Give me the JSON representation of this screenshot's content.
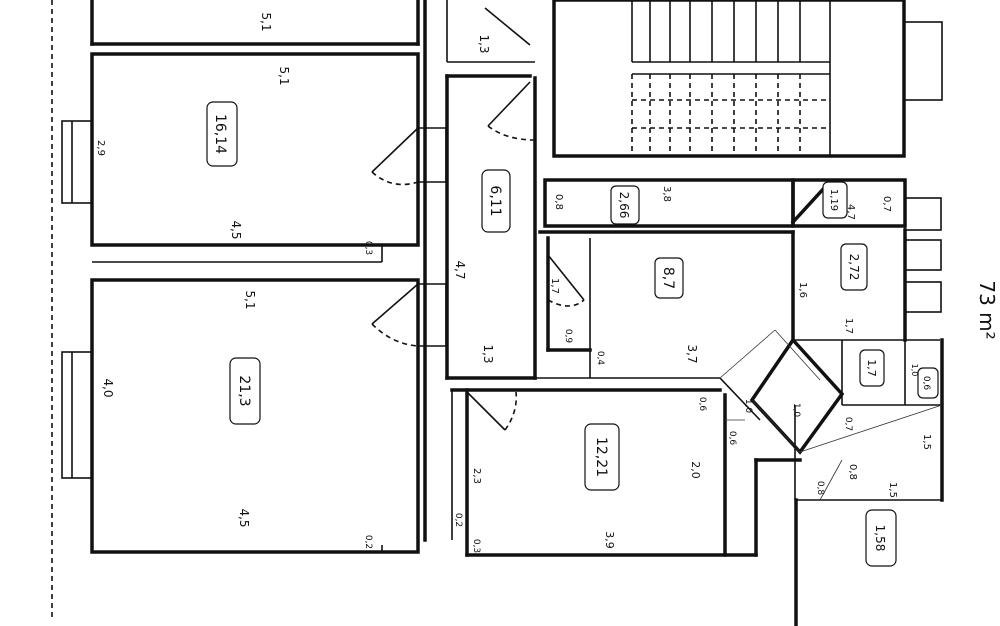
{
  "rooms": [
    {
      "id": "room-a",
      "area": "16,14"
    },
    {
      "id": "room-b",
      "area": "21,3"
    },
    {
      "id": "hall",
      "area": "6,11"
    },
    {
      "id": "small-a",
      "area": "2,66"
    },
    {
      "id": "room-c",
      "area": "8,7"
    },
    {
      "id": "small-b",
      "area": "2,72"
    },
    {
      "id": "closet-a",
      "area": "1,19"
    },
    {
      "id": "closet-b",
      "area": "1,7"
    },
    {
      "id": "closet-c",
      "area": "0,6"
    },
    {
      "id": "kitchen",
      "area": "12,21"
    },
    {
      "id": "landing",
      "area": "1,58"
    }
  ],
  "dimensions": {
    "top_room_width": "5,1",
    "room_a_width": "5,1",
    "room_a_depth": "2,9",
    "room_a_wall": "4,5",
    "room_a_small": "0,3",
    "room_b_width": "5,1",
    "room_b_depth": "4,0",
    "room_b_wall": "4,5",
    "room_b_small": "0,2",
    "hall_top": "1,3",
    "hall_len": "4,7",
    "hall_bottom": "1,3",
    "small_a_left": "0,8",
    "small_a_len": "3,8",
    "closet_len": "4,7",
    "closet_w": "0,7",
    "room_c_side": "1,7",
    "room_c_small": "0,9",
    "room_c_small2": "0,4",
    "room_c_wall": "3,7",
    "small_b_side": "1,6",
    "small_b_bottom": "1,7",
    "diag_a": "1,0",
    "diag_b": "1,0",
    "kitchen_top": "0,6",
    "kitchen_side": "0,6",
    "kitchen_left": "2,3",
    "kitchen_mid": "2,0",
    "kitchen_wall": "3,9",
    "kitchen_small1": "0,2",
    "kitchen_small2": "0,3",
    "east_a": "0,7",
    "east_b": "0,8",
    "east_c": "0,8",
    "east_d": "1,5",
    "east_e": "1,5",
    "closet_c_small": "1,0"
  },
  "margin_note": "73 m²"
}
